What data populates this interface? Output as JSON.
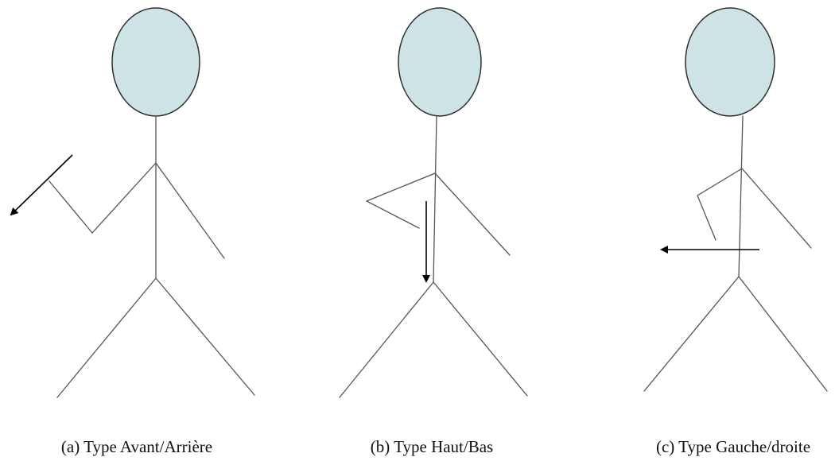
{
  "figures": [
    {
      "caption": "(a) Type Avant/Arrière",
      "head_color": "#cde3e6",
      "arrow_icon": "arrow-down-left-icon"
    },
    {
      "caption": "(b) Type Haut/Bas",
      "head_color": "#cde3e6",
      "arrow_icon": "arrow-down-icon"
    },
    {
      "caption": "(c) Type Gauche/droite",
      "head_color": "#cde3e6",
      "arrow_icon": "arrow-left-icon"
    }
  ]
}
